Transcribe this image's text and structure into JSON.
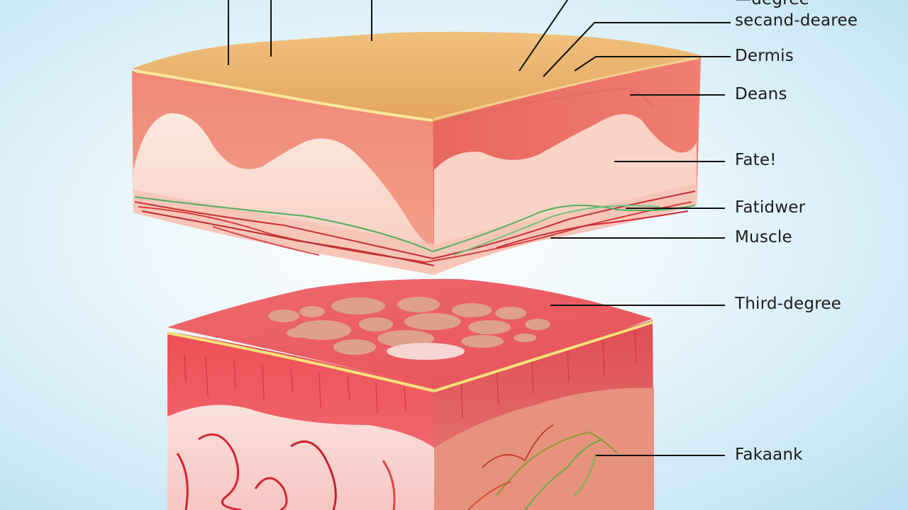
{
  "labels": {
    "top_cut": "—degree",
    "second_degree": "secand-dearee",
    "dermis": "Dermis",
    "deans": "Deans",
    "fate": "Fate!",
    "fatidwer": "Fatidwer",
    "muscle": "Muscle",
    "third_degree": "Third-degree",
    "fakaank": "Fakaank"
  },
  "colors": {
    "background": "#cfeaf6",
    "epidermis": "#e8b06a",
    "dermis": "#f07a6c",
    "fat_layer": "#fbd9cc",
    "third_degree_top": "#e8505a",
    "fat_blob": "#d9a088",
    "yellow_line": "#f4e27a",
    "leader_line": "#111111"
  }
}
